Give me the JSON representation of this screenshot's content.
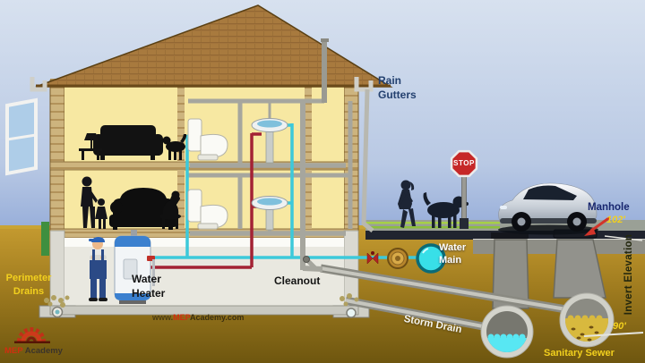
{
  "labels": {
    "rain_gutters": "Rain Gutters",
    "manhole": "Manhole",
    "manhole_elevation": "102'",
    "water_main": "Water Main",
    "perimeter_drains": "Perimeter Drains",
    "water_heater": "Water Heater",
    "cleanout": "Cleanout",
    "storm_drain": "Storm Drain",
    "sanitary_sewer": "Sanitary Sewer",
    "invert_elevation": "Invert Elevation",
    "sewer_invert": "90'"
  },
  "signs": {
    "stop": "STOP"
  },
  "branding": {
    "watermark_prefix": "www.",
    "watermark_mep": "MEP",
    "watermark_suffix": "Academy.com",
    "logo_mep": "MEP",
    "logo_academy": "Academy"
  },
  "colors": {
    "cold_water": "#3cc9da",
    "hot_water": "#a32234",
    "drain_pipe": "#a6a69e",
    "water_main_fill": "#38dfe8",
    "storm_water": "#58e7f3",
    "sewage": "#d8b93e",
    "label_yellow": "#f2d01e",
    "label_navy": "#17266e",
    "stop_red": "#c62828",
    "sky_top": "#d7e1ef",
    "sky_bottom": "#5b7cc2",
    "ground": "#b5902b",
    "roof": "#a87a3e"
  }
}
